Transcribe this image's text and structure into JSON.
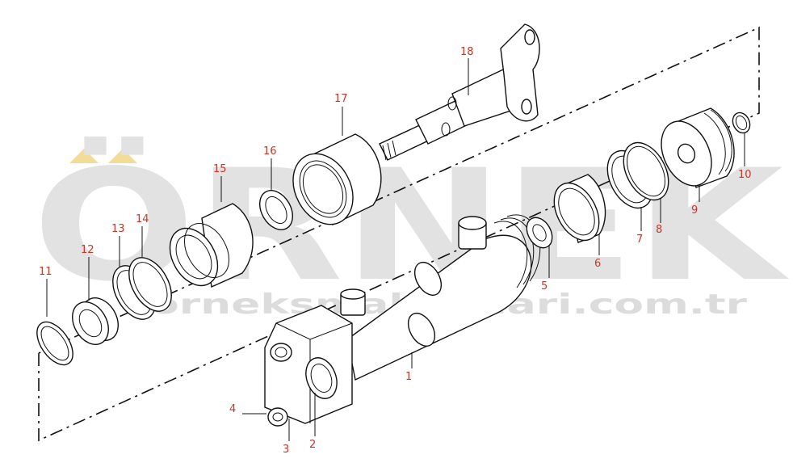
{
  "watermark": {
    "logo_text": "ÖRNEK",
    "url_text": "orneksmakinalari.com.tr",
    "accent_color": "#f3dc9a",
    "gray_color": "#e2e2e2"
  },
  "callouts": [
    {
      "id": "1",
      "text": "1"
    },
    {
      "id": "2",
      "text": "2"
    },
    {
      "id": "3",
      "text": "3"
    },
    {
      "id": "4",
      "text": "4"
    },
    {
      "id": "5",
      "text": "5"
    },
    {
      "id": "6",
      "text": "6"
    },
    {
      "id": "7",
      "text": "7"
    },
    {
      "id": "8",
      "text": "8"
    },
    {
      "id": "9",
      "text": "9"
    },
    {
      "id": "10",
      "text": "10"
    },
    {
      "id": "11",
      "text": "11"
    },
    {
      "id": "12",
      "text": "12"
    },
    {
      "id": "13",
      "text": "13"
    },
    {
      "id": "14",
      "text": "14"
    },
    {
      "id": "15",
      "text": "15"
    },
    {
      "id": "16",
      "text": "16"
    },
    {
      "id": "17",
      "text": "17"
    },
    {
      "id": "18",
      "text": "18"
    }
  ],
  "colors": {
    "label": "#c0392b",
    "line": "#111111"
  }
}
